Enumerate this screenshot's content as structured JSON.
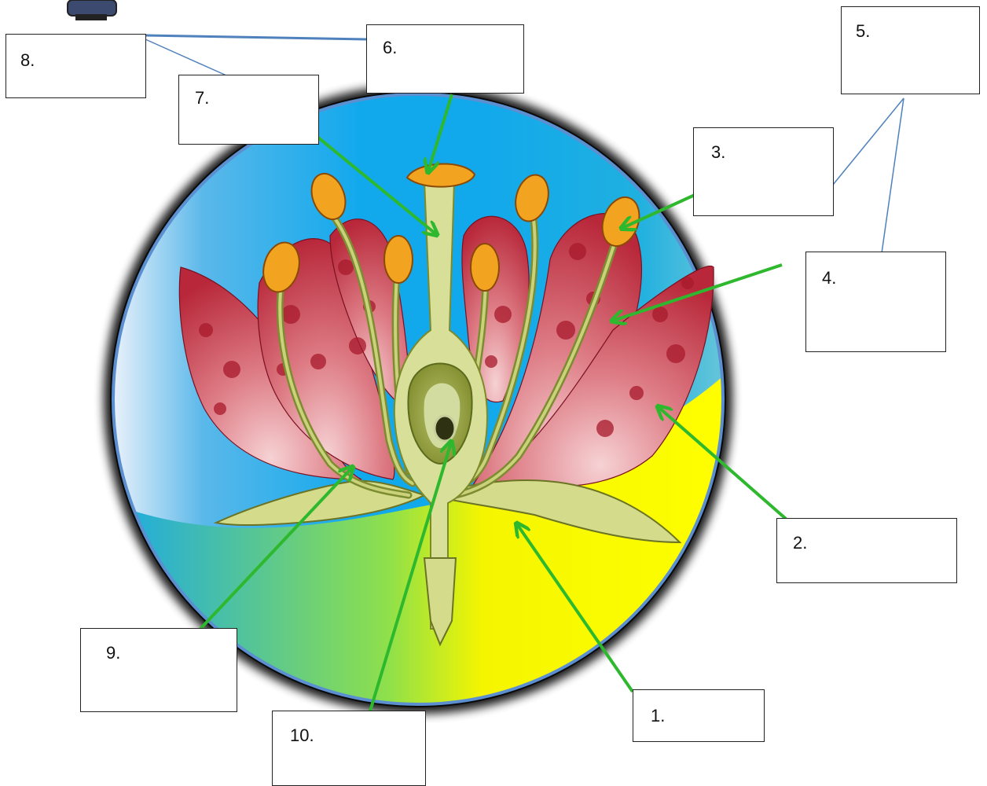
{
  "labels": [
    {
      "id": "1",
      "text": "1."
    },
    {
      "id": "2",
      "text": "2."
    },
    {
      "id": "3",
      "text": "3."
    },
    {
      "id": "4",
      "text": "4."
    },
    {
      "id": "5",
      "text": "5."
    },
    {
      "id": "6",
      "text": "6."
    },
    {
      "id": "7",
      "text": "7."
    },
    {
      "id": "8",
      "text": "8."
    },
    {
      "id": "9",
      "text": "9."
    },
    {
      "id": "10",
      "text": "10."
    }
  ],
  "colors": {
    "arrow": "#2eb82e",
    "connector": "#4f81bd",
    "petal": "#b8283a",
    "anther": "#f2a420",
    "stem": "#c6cf7a",
    "ring": "#0a0a0a"
  }
}
